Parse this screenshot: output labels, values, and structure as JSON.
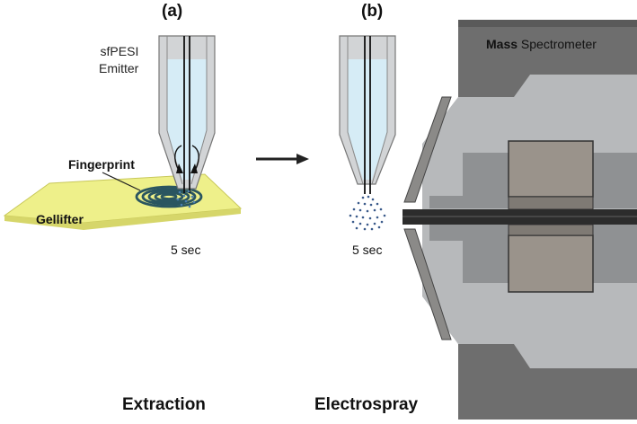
{
  "panels": {
    "a": {
      "letter": "(a)",
      "step": "Extraction",
      "time": "5 sec"
    },
    "b": {
      "letter": "(b)",
      "step": "Electrospray",
      "time": "5 sec"
    }
  },
  "labels": {
    "emitter_line1": "sfPESI",
    "emitter_line2": "Emitter",
    "fingerprint": "Fingerprint",
    "gellifter": "Gellifter",
    "ms_bold": "Mass",
    "ms_rest": "Spectrometer"
  },
  "colors": {
    "gellifter": "#eef08a",
    "fingerprint": "#2a5560",
    "solvent": "#d6ecf6",
    "emitter_glass": "#d2d4d6",
    "ms_housing": "#6e6e6e",
    "spray_droplets": "#3a5a8a"
  }
}
